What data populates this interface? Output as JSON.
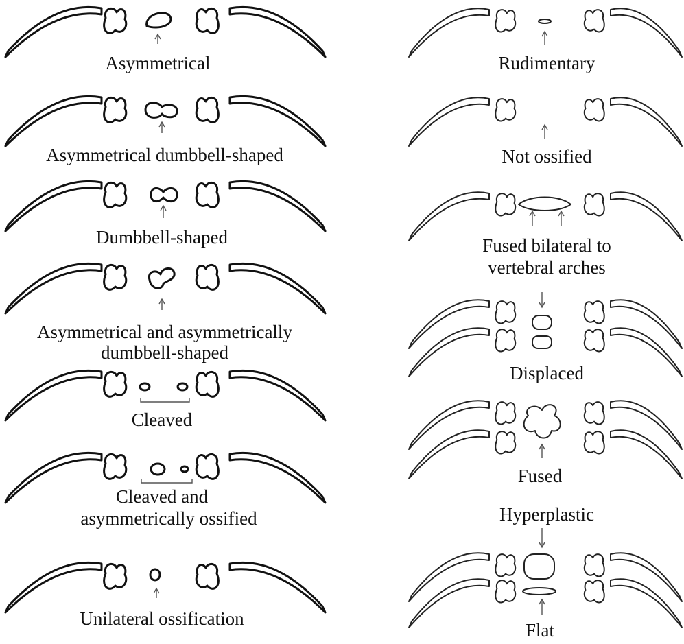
{
  "labels": {
    "asymmetrical": "Asymmetrical",
    "asym_dumbbell": "Asymmetrical dumbbell-shaped",
    "dumbbell": "Dumbbell-shaped",
    "asym_and_dumbbell_1": "Asymmetrical and asymmetrically",
    "asym_and_dumbbell_2": "dumbbell-shaped",
    "cleaved": "Cleaved",
    "cleaved_asym_1": "Cleaved and",
    "cleaved_asym_2": "asymmetrically ossified",
    "unilateral": "Unilateral ossification",
    "rudimentary": "Rudimentary",
    "not_ossified": "Not ossified",
    "fused_bilateral_1": "Fused bilateral to",
    "fused_bilateral_2": "vertebral arches",
    "displaced": "Displaced",
    "fused": "Fused",
    "hyperplastic": "Hyperplastic",
    "flat": "Flat"
  }
}
